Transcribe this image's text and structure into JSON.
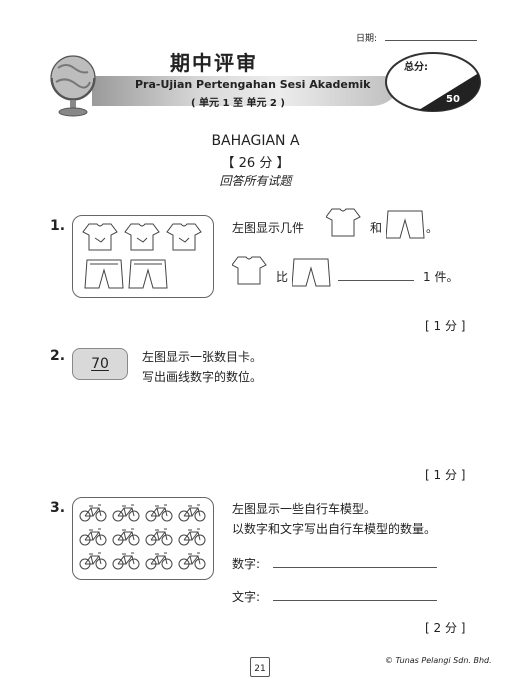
{
  "header": {
    "date_label": "日期:",
    "title": "期中评审",
    "subtitle": "Pra-Ujian Pertengahan Sesi Akademik",
    "units": "( 单元 1 至 单元 2 )",
    "score_label": "总分:",
    "total": "50"
  },
  "section": {
    "name": "BAHAGIAN A",
    "marks": "【 26 分 】",
    "instruction": "回答所有试题"
  },
  "q1": {
    "number": "1.",
    "line1_a": "左图显示几件",
    "line1_b": "和",
    "line1_c": "。",
    "line2_a": "比",
    "line2_b": "1 件。",
    "marks": "[ 1 分 ]"
  },
  "q2": {
    "number": "2.",
    "card_value": "70",
    "line1": "左图显示一张数目卡。",
    "line2": "写出画线数字的数位。",
    "marks": "[ 1 分 ]"
  },
  "q3": {
    "number": "3.",
    "line1": "左图显示一些自行车模型。",
    "line2": "以数字和文字写出自行车模型的数量。",
    "num_label": "数字:",
    "word_label": "文字:",
    "marks": "[ 2 分 ]"
  },
  "footer": {
    "page": "21",
    "publisher": "© Tunas Pelangi Sdn. Bhd."
  }
}
